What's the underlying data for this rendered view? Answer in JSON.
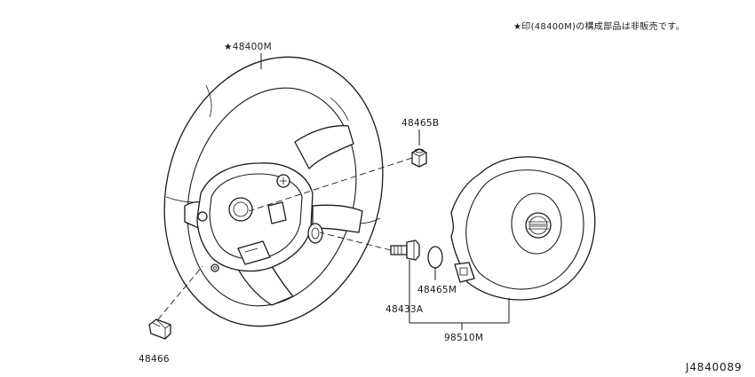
{
  "note": "★印(48400M)の構成部品は非販売です。",
  "labels": {
    "steering_wheel": "★48400M",
    "nut": "48465B",
    "bolt": "48433A",
    "washer": "48465M",
    "clip": "48466",
    "airbag": "98510M"
  },
  "diagram_code": "J4840089"
}
